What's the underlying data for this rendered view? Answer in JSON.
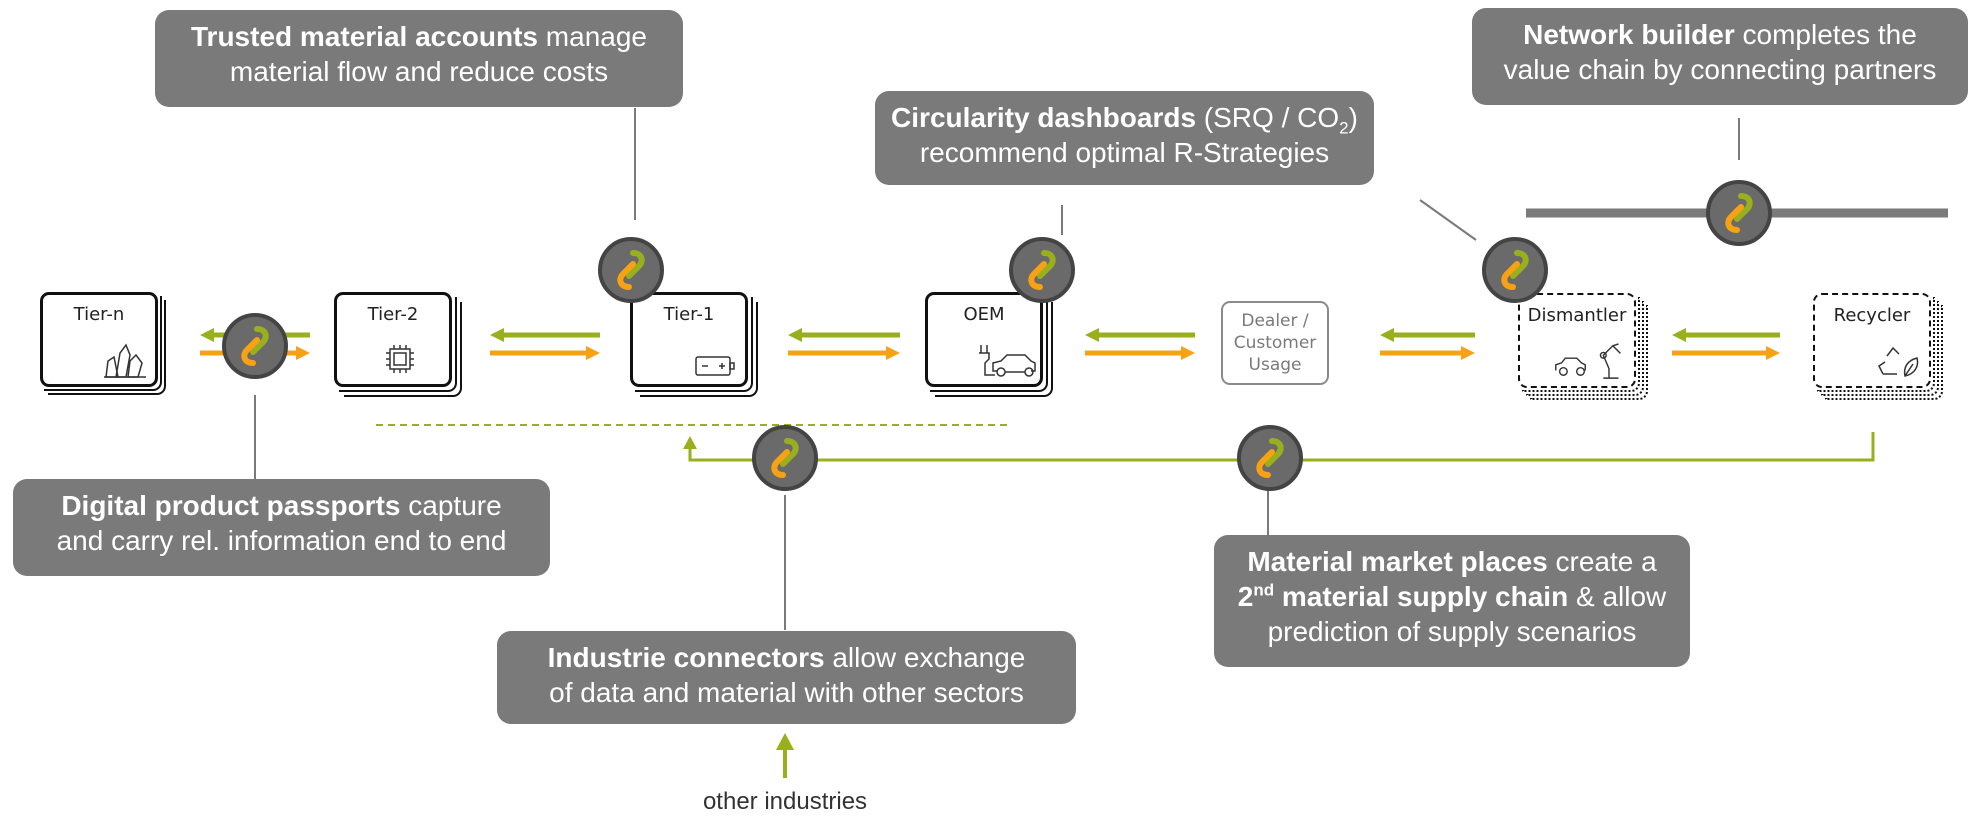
{
  "nodes": {
    "tier_n": "Tier-n",
    "tier_2": "Tier-2",
    "tier_1": "Tier-1",
    "oem": "OEM",
    "dealer": [
      "Dealer /",
      "Customer",
      "Usage"
    ],
    "dismantler": "Dismantler",
    "recycler": "Recycler"
  },
  "callouts": {
    "trusted": {
      "bold": "Trusted material accounts",
      "rest1": " manage",
      "line2": "material flow and reduce costs"
    },
    "circularity": {
      "bold": "Circularity dashboards",
      "rest1": " (SRQ / CO",
      "sub": "2",
      "close": ")",
      "line2": "recommend optimal R-Strategies"
    },
    "network": {
      "bold": "Network builder",
      "rest1": " completes the",
      "line2": "value chain by connecting partners"
    },
    "passports": {
      "bold": "Digital product passports",
      "rest1": " capture",
      "line2": "and carry rel. information end to end"
    },
    "connectors": {
      "bold": "Industrie connectors",
      "rest1": " allow exchange",
      "line2": "of data and material with other sectors"
    },
    "market": {
      "bold": "Material market places",
      "rest1": " create a",
      "line2_bold_pre": "2",
      "line2_sup": "nd",
      "line2_bold": " material supply chain",
      "line2_rest": " & allow",
      "line3": "prediction of supply scenarios"
    }
  },
  "other_industries": "other industries",
  "colors": {
    "green": "#9aaf1e",
    "orange": "#f7a214",
    "callout_bg": "#7a7a7a",
    "badge_bg": "#6a6a6a",
    "line": "#7a7a7a"
  },
  "icons": [
    "crystal-icon",
    "chip-icon",
    "battery-icon",
    "car-charging-icon",
    "car-robot-arm-icon",
    "recycle-leaf-icon",
    "link-logo-icon"
  ]
}
